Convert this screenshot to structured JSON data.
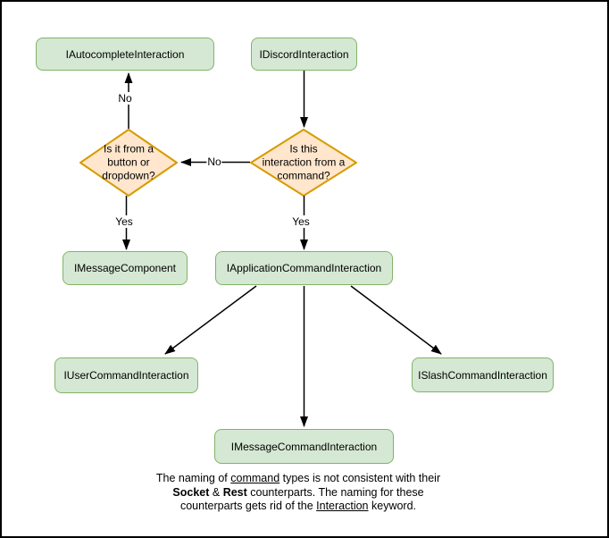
{
  "nodes": {
    "autocomplete": "IAutocompleteInteraction",
    "discord": "IDiscordInteraction",
    "message_component": "IMessageComponent",
    "app_command": "IApplicationCommandInteraction",
    "user_command": "IUserCommandInteraction",
    "slash_command": "ISlashCommandInteraction",
    "message_command": "IMessageCommandInteraction"
  },
  "decisions": {
    "button_dropdown": {
      "lines": [
        "Is it from a",
        "button or",
        "dropdown?"
      ]
    },
    "from_command": {
      "lines": [
        "Is this",
        "interaction from a",
        "command?"
      ]
    }
  },
  "edge_labels": {
    "no_to_autocomplete": "No",
    "no_to_button_dropdown": "No",
    "yes_to_message_component": "Yes",
    "yes_to_app_command": "Yes"
  },
  "note": {
    "line1": [
      "The naming of ",
      "command",
      " types is not consistent with their"
    ],
    "line2": [
      "Socket",
      " & ",
      "Rest",
      " counterparts. The naming for these"
    ],
    "line3": [
      "counterparts gets rid of the ",
      "Interaction",
      " keyword."
    ]
  },
  "colors": {
    "node_fill": "#d5e8d4",
    "node_border": "#82b366",
    "decision_fill": "#ffe6cc",
    "decision_border": "#d79b00",
    "arrow": "#000000"
  }
}
